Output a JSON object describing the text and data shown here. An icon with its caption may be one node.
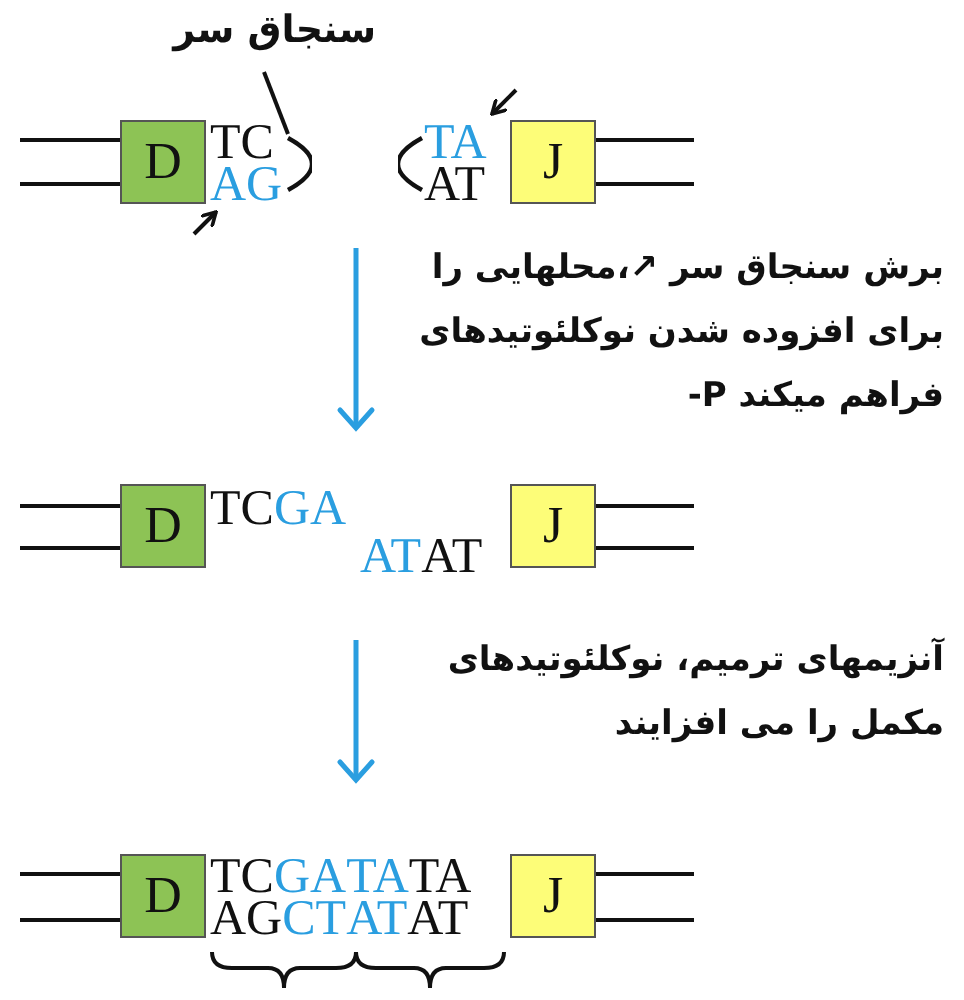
{
  "diagram": {
    "nodes": [
      {
        "text": [
          "سنجاق سر"
        ]
      },
      {
        "text": [
          "D"
        ]
      },
      {
        "text": [],
        "shape": "arc"
      },
      {
        "text": [],
        "shape": "arc"
      },
      {
        "text": [
          "J"
        ]
      },
      {
        "text": [
          "D"
        ]
      },
      {
        "text": [
          "J"
        ]
      },
      {
        "text": [
          "D"
        ]
      },
      {
        "text": [
          "J"
        ]
      }
    ],
    "edges": [
      {
        "from": 0,
        "to": 2,
        "arrow": "none"
      }
    ],
    "labels": [
      "TC",
      "AG",
      "TA",
      "AT",
      "برش سنجاق سر ↗،محلهایی را برای افزوده شدن نوکلئوتیدهای فراهم میکند P-",
      "TC",
      "GA",
      "AT",
      "AT",
      "آنزیمهای ترمیم، نوکلئوتیدهای مکمل را می افزایند",
      "TC",
      "GA",
      "TA",
      "TA",
      "AG",
      "CT",
      "AT",
      "AT"
    ]
  }
}
